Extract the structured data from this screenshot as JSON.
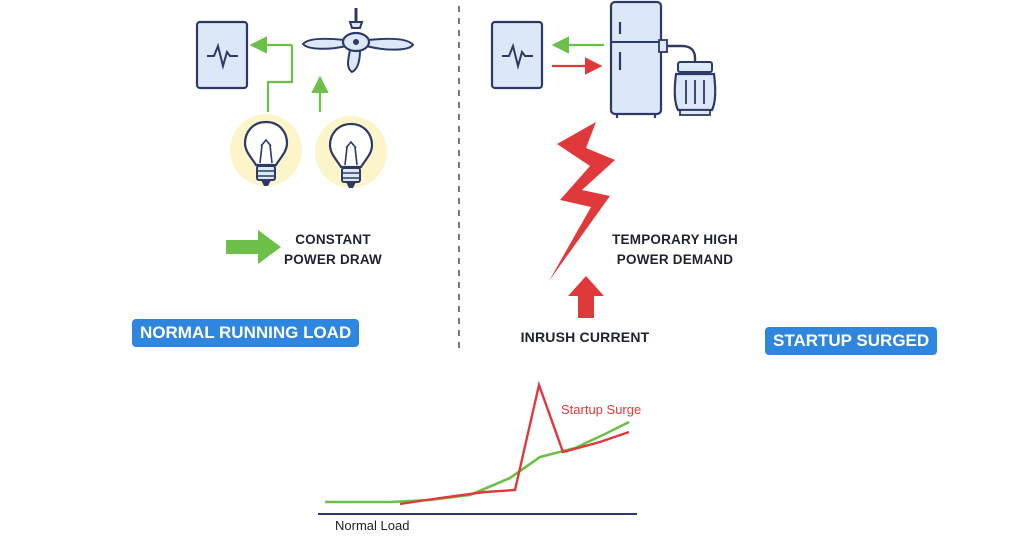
{
  "left_panel": {
    "badge": "NORMAL RUNNING LOAD",
    "caption_line1": "CONSTANT",
    "caption_line2": "POWER DRAW"
  },
  "right_panel": {
    "badge": "STARTUP SURGED",
    "demand_line1": "TEMPORARY HIGH",
    "demand_line2": "POWER DEMAND",
    "inrush_label": "INRUSH CURRENT"
  },
  "graph": {
    "baseline_label": "Normal Load",
    "surge_label": "Startup Surge"
  },
  "colors": {
    "green": "#6cc04a",
    "red": "#e0393c",
    "blue": "#2f86de",
    "outline": "#2c3a66",
    "fill": "#dce8f7",
    "bulb_glow": "#fbf5c9"
  },
  "icons": [
    "meter-icon",
    "ceiling-fan-icon",
    "light-bulb-icon",
    "refrigerator-icon",
    "compressor-icon",
    "lightning-bolt-icon"
  ]
}
